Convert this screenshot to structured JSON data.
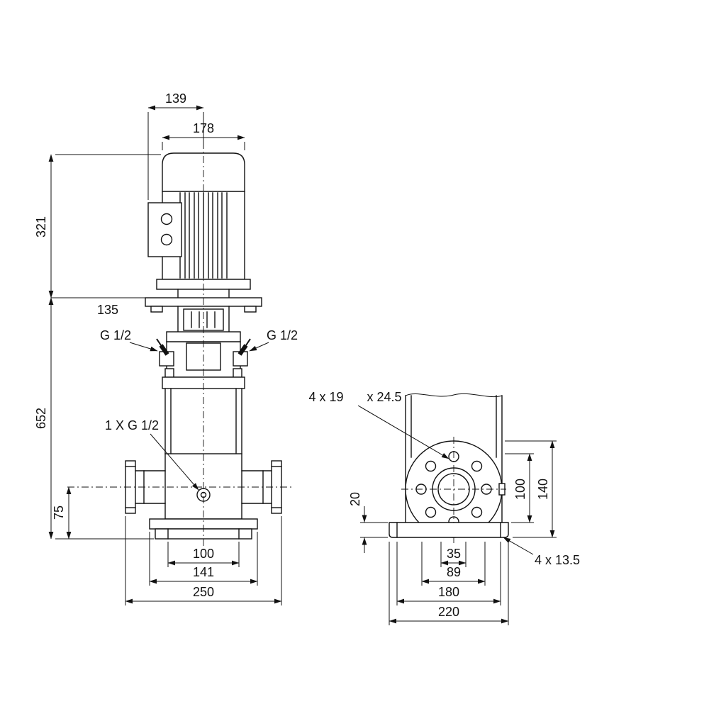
{
  "drawing_type": "pump-dimensional-drawing",
  "colors": {
    "line": "#111111",
    "bg": "#ffffff"
  },
  "front": {
    "d139": "139",
    "d178": "178",
    "d321": "321",
    "d135": "135",
    "d652": "652",
    "d75": "75",
    "g12_left": "G 1/2",
    "g12_right": "G 1/2",
    "drain_label": "1 X G 1/2",
    "d100": "100",
    "d141": "141",
    "d250": "250"
  },
  "side": {
    "holes_a": "4 x 19",
    "holes_b": "x 24.5",
    "d20": "20",
    "d100": "100",
    "d140": "140",
    "d35": "35",
    "d89": "89",
    "d180": "180",
    "d220": "220",
    "base_holes": "4 x 13.5"
  }
}
